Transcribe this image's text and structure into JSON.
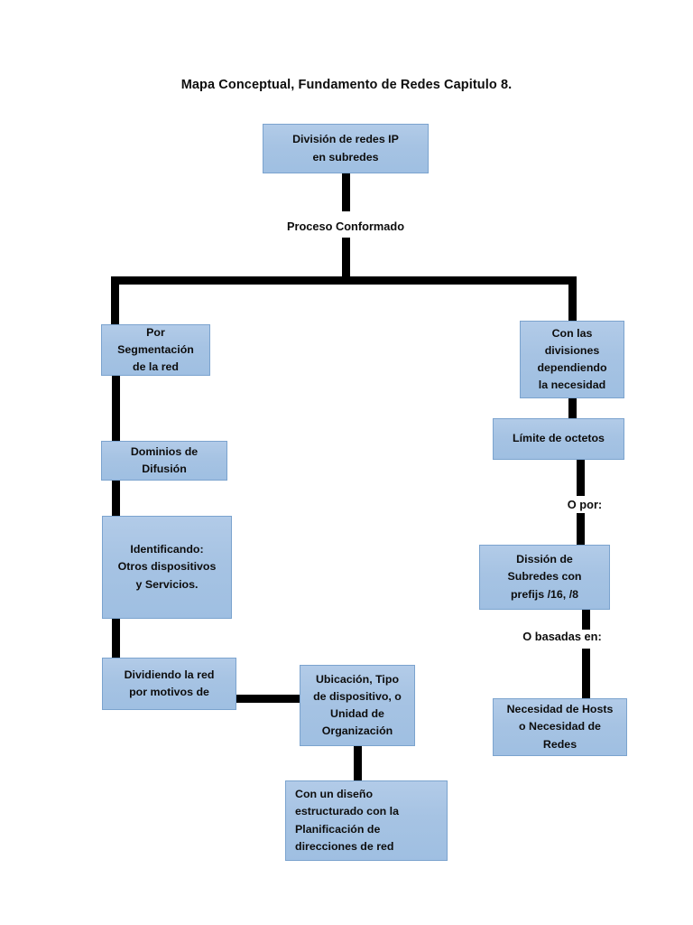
{
  "document": {
    "title": "Mapa Conceptual, Fundamento de Redes Capitulo 8."
  },
  "theme": {
    "node_fill": "#a6c3e3",
    "node_border": "#7ba3ce",
    "connector_color": "#000000",
    "text_color": "#0d0d0d",
    "page_background": "#ffffff"
  },
  "chart_data": {
    "type": "diagram",
    "subtype": "concept-map-flowchart",
    "title": "Mapa Conceptual, Fundamento de Redes Capitulo 8.",
    "orientation": "top-down",
    "nodes": [
      {
        "id": "root",
        "label": "División de redes IP en subredes",
        "lines": [
          "División de redes IP",
          "en subredes"
        ]
      },
      {
        "id": "seg",
        "label": "Por Segmentación de la red",
        "lines": [
          "Por",
          "Segmentación",
          "de la red"
        ]
      },
      {
        "id": "divisiones",
        "label": "Con las divisiones dependiendo la necesidad",
        "lines": [
          "Con las",
          "divisiones",
          "dependiendo",
          "la necesidad"
        ]
      },
      {
        "id": "dominios",
        "label": "Dominios de Difusión",
        "lines": [
          "Dominios de",
          "Difusión"
        ]
      },
      {
        "id": "limite",
        "label": "Límite de octetos",
        "lines": [
          "Límite de octetos"
        ]
      },
      {
        "id": "identif",
        "label": "Identificando: Otros dispositivos y Servicios.",
        "lines": [
          "Identificando:",
          "Otros dispositivos",
          "y Servicios."
        ]
      },
      {
        "id": "dission",
        "label": "Dissión de Subredes con prefijs /16, /8",
        "lines": [
          "Dissión de",
          "Subredes con",
          "prefijs /16, /8"
        ]
      },
      {
        "id": "dividiendo",
        "label": "Dividiendo la red por motivos de",
        "lines": [
          "Dividiendo la red",
          "por motivos de"
        ]
      },
      {
        "id": "ubicacion",
        "label": "Ubicación, Tipo de dispositivo, o Unidad de Organización",
        "lines": [
          "Ubicación, Tipo",
          "de dispositivo, o",
          "Unidad de",
          "Organización"
        ]
      },
      {
        "id": "necesidad",
        "label": "Necesidad de Hosts o Necesidad de Redes",
        "lines": [
          "Necesidad de Hosts",
          "o Necesidad de",
          "Redes"
        ]
      },
      {
        "id": "diseno",
        "label": "Con un diseño estructurado con la Planificación de direcciones de red",
        "lines": [
          "Con un diseño",
          "estructurado con la",
          "Planificación de",
          "direcciones de red"
        ]
      }
    ],
    "edge_labels": [
      {
        "id": "proceso",
        "text": "Proceso Conformado",
        "between": [
          "root",
          "split"
        ]
      },
      {
        "id": "opor",
        "text": "O por:",
        "between": [
          "limite",
          "dission"
        ]
      },
      {
        "id": "obasadas",
        "text": "O basadas en:",
        "between": [
          "dission",
          "necesidad"
        ]
      }
    ],
    "edges": [
      {
        "from": "root",
        "to": "split",
        "label": "Proceso Conformado"
      },
      {
        "from": "split",
        "to": "seg",
        "label": ""
      },
      {
        "from": "split",
        "to": "divisiones",
        "label": ""
      },
      {
        "from": "seg",
        "to": "dominios",
        "label": ""
      },
      {
        "from": "dominios",
        "to": "identif",
        "label": ""
      },
      {
        "from": "identif",
        "to": "dividiendo",
        "label": ""
      },
      {
        "from": "dividiendo",
        "to": "ubicacion",
        "label": ""
      },
      {
        "from": "ubicacion",
        "to": "diseno",
        "label": ""
      },
      {
        "from": "divisiones",
        "to": "limite",
        "label": ""
      },
      {
        "from": "limite",
        "to": "dission",
        "label": "O por:"
      },
      {
        "from": "dission",
        "to": "necesidad",
        "label": "O basadas en:"
      }
    ]
  },
  "nodes": {
    "root": {
      "line1": "División de redes IP",
      "line2": "en subredes"
    },
    "seg": {
      "line1": "Por",
      "line2": "Segmentación",
      "line3": "de la red"
    },
    "divisiones": {
      "line1": "Con las",
      "line2": "divisiones",
      "line3": "dependiendo",
      "line4": "la necesidad"
    },
    "dominios": {
      "line1": "Dominios de",
      "line2": "Difusión"
    },
    "limite": {
      "line1": "Límite de octetos"
    },
    "identif": {
      "line1": "Identificando:",
      "line2": "Otros dispositivos",
      "line3": "y Servicios."
    },
    "dission": {
      "line1": "Dissión de",
      "line2": "Subredes con",
      "line3": "prefijs /16, /8"
    },
    "dividiendo": {
      "line1": "Dividiendo la red",
      "line2": "por motivos de"
    },
    "ubicacion": {
      "line1": "Ubicación, Tipo",
      "line2": "de dispositivo, o",
      "line3": "Unidad de",
      "line4": "Organización"
    },
    "necesidad": {
      "line1": "Necesidad de Hosts",
      "line2": "o Necesidad de",
      "line3": "Redes"
    },
    "diseno": {
      "line1": "Con un diseño",
      "line2": "estructurado con la",
      "line3": "Planificación de",
      "line4": "direcciones de red"
    }
  },
  "edge_labels": {
    "proceso": "Proceso Conformado",
    "opor": "O por:",
    "obasadas": "O basadas en:"
  }
}
